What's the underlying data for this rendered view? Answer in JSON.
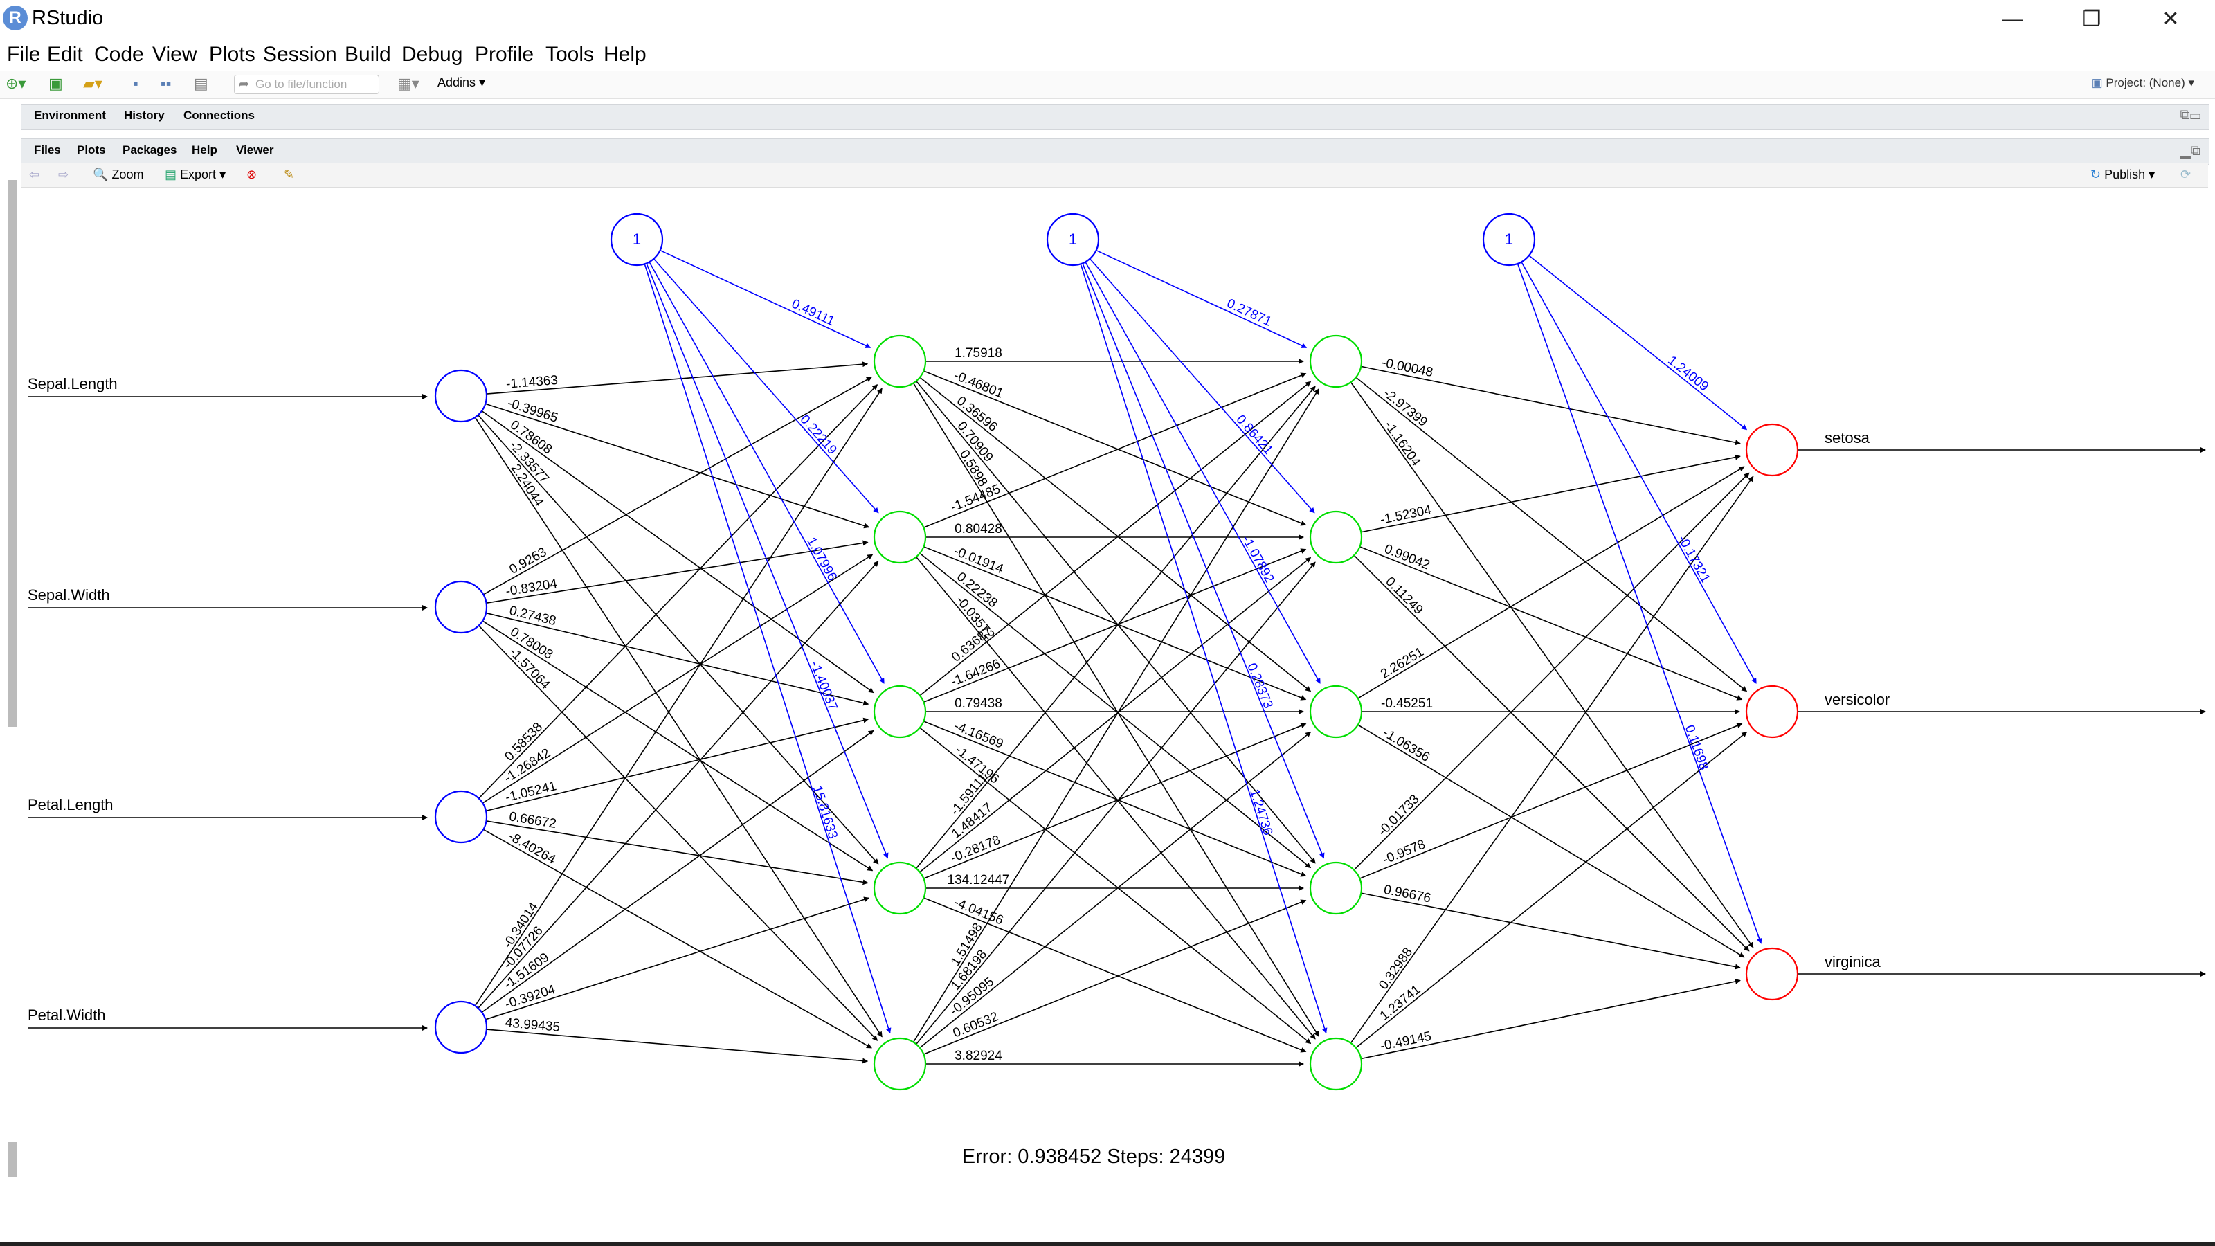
{
  "app": {
    "title": "RStudio",
    "logo_letter": "R"
  },
  "window_controls": {
    "minimize": "—",
    "restore": "❐",
    "close": "✕"
  },
  "menu": [
    "File",
    "Edit",
    "Code",
    "View",
    "Plots",
    "Session",
    "Build",
    "Debug",
    "Profile",
    "Tools",
    "Help"
  ],
  "toolbar": {
    "goto_placeholder": "Go to file/function",
    "addins": "Addins",
    "project": "Project: (None)"
  },
  "top_pane_tabs": [
    "Environment",
    "History",
    "Connections"
  ],
  "bottom_pane_tabs": [
    "Files",
    "Plots",
    "Packages",
    "Help",
    "Viewer"
  ],
  "plot_toolbar": {
    "zoom": "Zoom",
    "export": "Export",
    "publish": "Publish"
  },
  "colors": {
    "input_nodes": "#0000ff",
    "hidden_nodes": "#00dd00",
    "output_nodes": "#ff0000",
    "bias_edges": "#0000ff",
    "weight_edges": "#000000"
  },
  "network": {
    "inputs": [
      "Sepal.Length",
      "Sepal.Width",
      "Petal.Length",
      "Petal.Width"
    ],
    "outputs": [
      "setosa",
      "versicolor",
      "virginica"
    ],
    "bias_label": "1",
    "bias_weights_hidden1": [
      "0.49111",
      "0.22219",
      "1.07996",
      "-1.40037",
      "15.81633"
    ],
    "bias_weights_hidden2": [
      "0.27871",
      "0.86421",
      "-1.07892",
      "0.28373",
      "1.24736"
    ],
    "bias_weights_output": [
      "1.24009",
      "-0.17321",
      "0.11698"
    ],
    "weights_input_hidden1": [
      [
        "-1.14363",
        "-0.39965",
        "0.78608",
        "-2.33577",
        "2.24044"
      ],
      [
        "0.9263",
        "-0.83204",
        "0.27438",
        "0.78008",
        "-1.57064"
      ],
      [
        "0.58538",
        "-1.26842",
        "-1.05241",
        "0.66672",
        "-8.40264"
      ],
      [
        "-0.34014",
        "-0.07726",
        "-1.51609",
        "-0.39204",
        "43.99435"
      ]
    ],
    "weights_hidden1_hidden2": [
      [
        "1.75918",
        "-0.46801",
        "0.36596",
        "0.70909",
        "0.5898"
      ],
      [
        "-1.54485",
        "0.80428",
        "-0.01914",
        "0.22238",
        "-0.03572"
      ],
      [
        "0.63687",
        "-1.64266",
        "0.79438",
        "-4.16569",
        "-1.47196"
      ],
      [
        "-1.59111",
        "1.48417",
        "-0.28178",
        "134.12447",
        "-4.04156"
      ],
      [
        "1.51498",
        "1.68198",
        "-0.95095",
        "0.60532",
        "3.82924"
      ]
    ],
    "weights_hidden2_output": [
      [
        "-0.00048",
        "-2.97399",
        "-1.16204"
      ],
      [
        "-1.52304",
        "0.99042",
        "0.11249"
      ],
      [
        "2.26251",
        "-0.45251",
        "-1.06356"
      ],
      [
        "-0.01733",
        "-0.9578",
        "0.96676"
      ],
      [
        "0.32988",
        "1.23741",
        "-0.49145"
      ]
    ]
  },
  "footer": {
    "error": "Error: 0.938452",
    "steps": "Steps: 24399"
  }
}
